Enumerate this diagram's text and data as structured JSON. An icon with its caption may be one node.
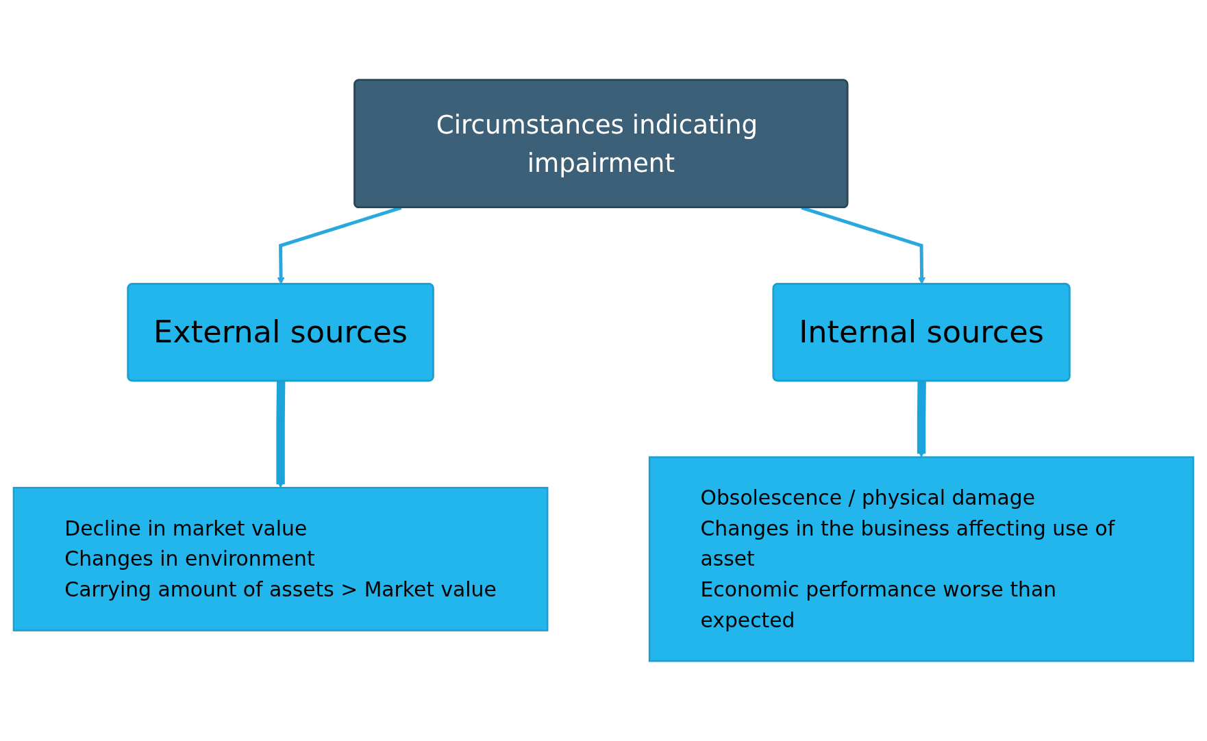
{
  "diagram": {
    "nodes": [
      {
        "text": [
          "Circumstances indicating impairment"
        ]
      },
      {
        "text": [
          "External sources"
        ]
      },
      {
        "text": [
          "Internal sources"
        ]
      },
      {
        "text": [
          "Decline in market value",
          "Changes in environment",
          "Carrying amount of assets > Market value"
        ]
      },
      {
        "text": [
          "Obsolescence / physical damage",
          "Changes in the business affecting use of asset",
          "Economic performance worse than expected"
        ]
      }
    ],
    "edges": [
      {
        "from": 0,
        "to": 1,
        "arrow": "to",
        "color": "#29a8e0"
      },
      {
        "from": 0,
        "to": 2,
        "arrow": "to",
        "color": "#29a8e0"
      },
      {
        "from": 1,
        "to": 3,
        "arrow": "to",
        "style": "thick",
        "color": "#1ba3dc"
      },
      {
        "from": 2,
        "to": 4,
        "arrow": "to",
        "style": "thick",
        "color": "#1ba3dc"
      }
    ]
  }
}
